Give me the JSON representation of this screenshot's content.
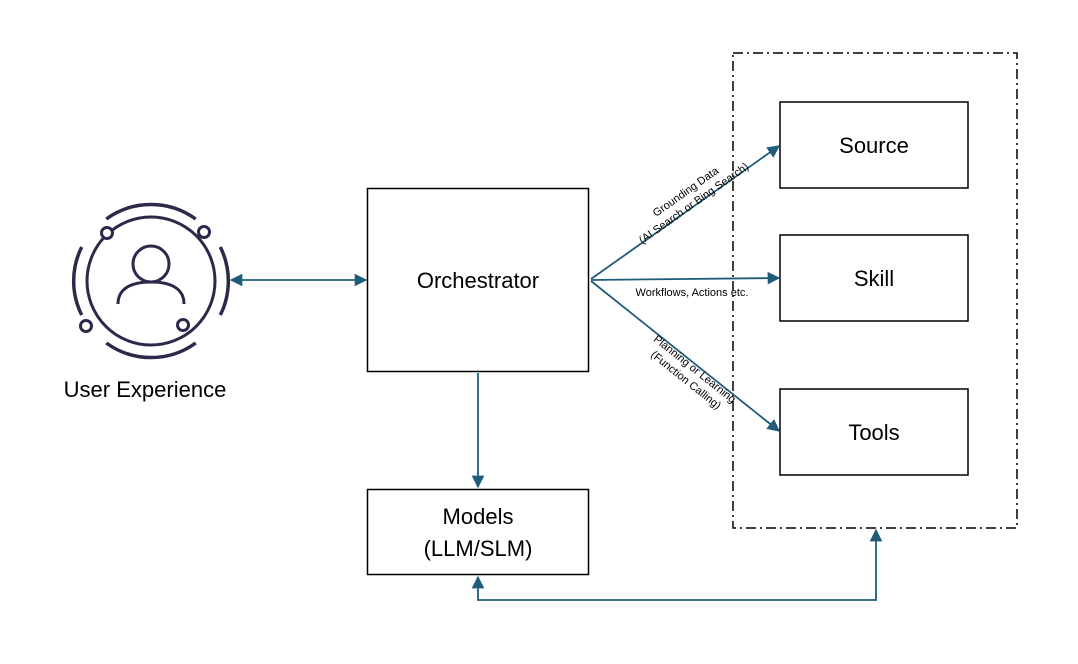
{
  "colors": {
    "arrow": "#1f5c7a",
    "user_icon": "#2b2a4a",
    "box_border": "#000000",
    "background": "#ffffff"
  },
  "user": {
    "icon": "user-circle-icon",
    "label": "User Experience"
  },
  "orchestrator": {
    "label": "Orchestrator"
  },
  "models": {
    "line1": "Models",
    "line2": "(LLM/SLM)"
  },
  "group": {
    "border_style": "dash-dot"
  },
  "targets": {
    "source": "Source",
    "skill": "Skill",
    "tools": "Tools"
  },
  "edges": {
    "grounding_line1": "Grounding Data",
    "grounding_line2": "(AI Search or Bing Search)",
    "workflows": "Workflows, Actions etc.",
    "planning_line1": "Planning or Learning",
    "planning_line2": "(Function Calling)"
  }
}
